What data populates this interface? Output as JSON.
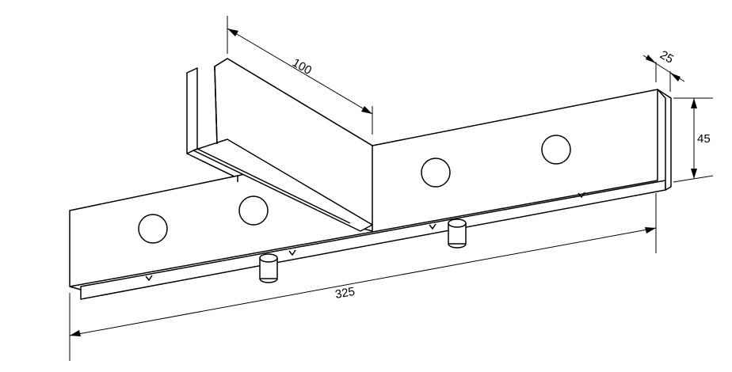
{
  "dimensions": {
    "depth": "100",
    "thickness": "25",
    "height": "45",
    "length": "325"
  },
  "colors": {
    "line": "#000000",
    "background": "#ffffff"
  }
}
